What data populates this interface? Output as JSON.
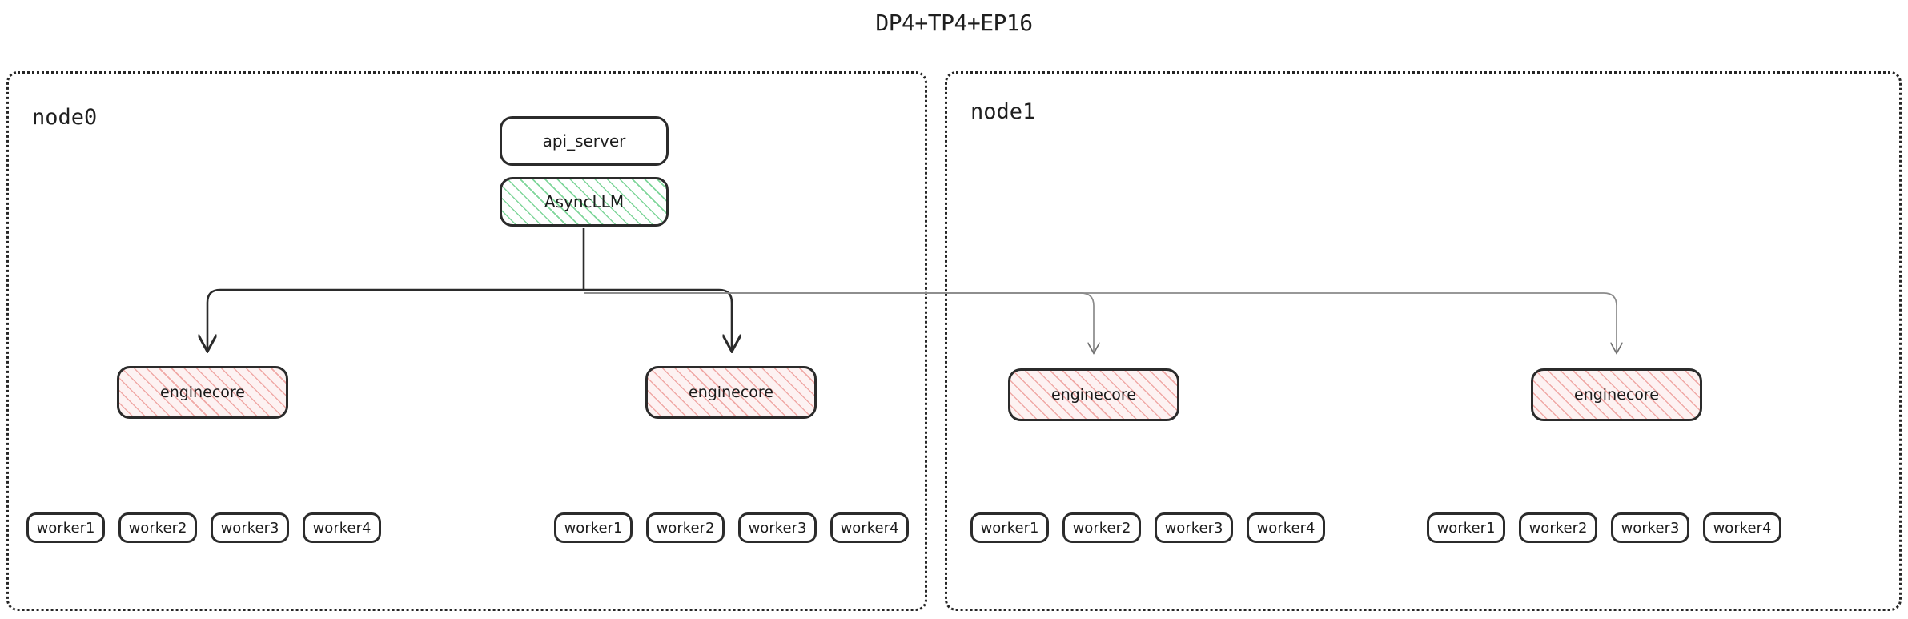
{
  "title": "DP4+TP4+EP16",
  "colors": {
    "background": "#ffffff",
    "text": "#1b1b1b",
    "box_border": "#2b2b2b",
    "node_border": "#262626",
    "async_hatch": "#7fd69a",
    "engine_hatch": "#f0a9a6",
    "engine_fill": "#fdf2f2",
    "edge_dark": "#2b2b2b",
    "edge_light": "#8a8a8a"
  },
  "top": {
    "api_server": "api_server",
    "async_llm": "AsyncLLM"
  },
  "nodes": [
    {
      "id": "node0",
      "label": "node0",
      "engines": [
        {
          "label": "enginecore",
          "workers": [
            "worker1",
            "worker2",
            "worker3",
            "worker4"
          ]
        },
        {
          "label": "enginecore",
          "workers": [
            "worker1",
            "worker2",
            "worker3",
            "worker4"
          ]
        }
      ]
    },
    {
      "id": "node1",
      "label": "node1",
      "engines": [
        {
          "label": "enginecore",
          "workers": [
            "worker1",
            "worker2",
            "worker3",
            "worker4"
          ]
        },
        {
          "label": "enginecore",
          "workers": [
            "worker1",
            "worker2",
            "worker3",
            "worker4"
          ]
        }
      ]
    }
  ],
  "edges": {
    "bus_label": "",
    "local_style": "solid-dark-arrow",
    "remote_style": "solid-light-arrow"
  }
}
